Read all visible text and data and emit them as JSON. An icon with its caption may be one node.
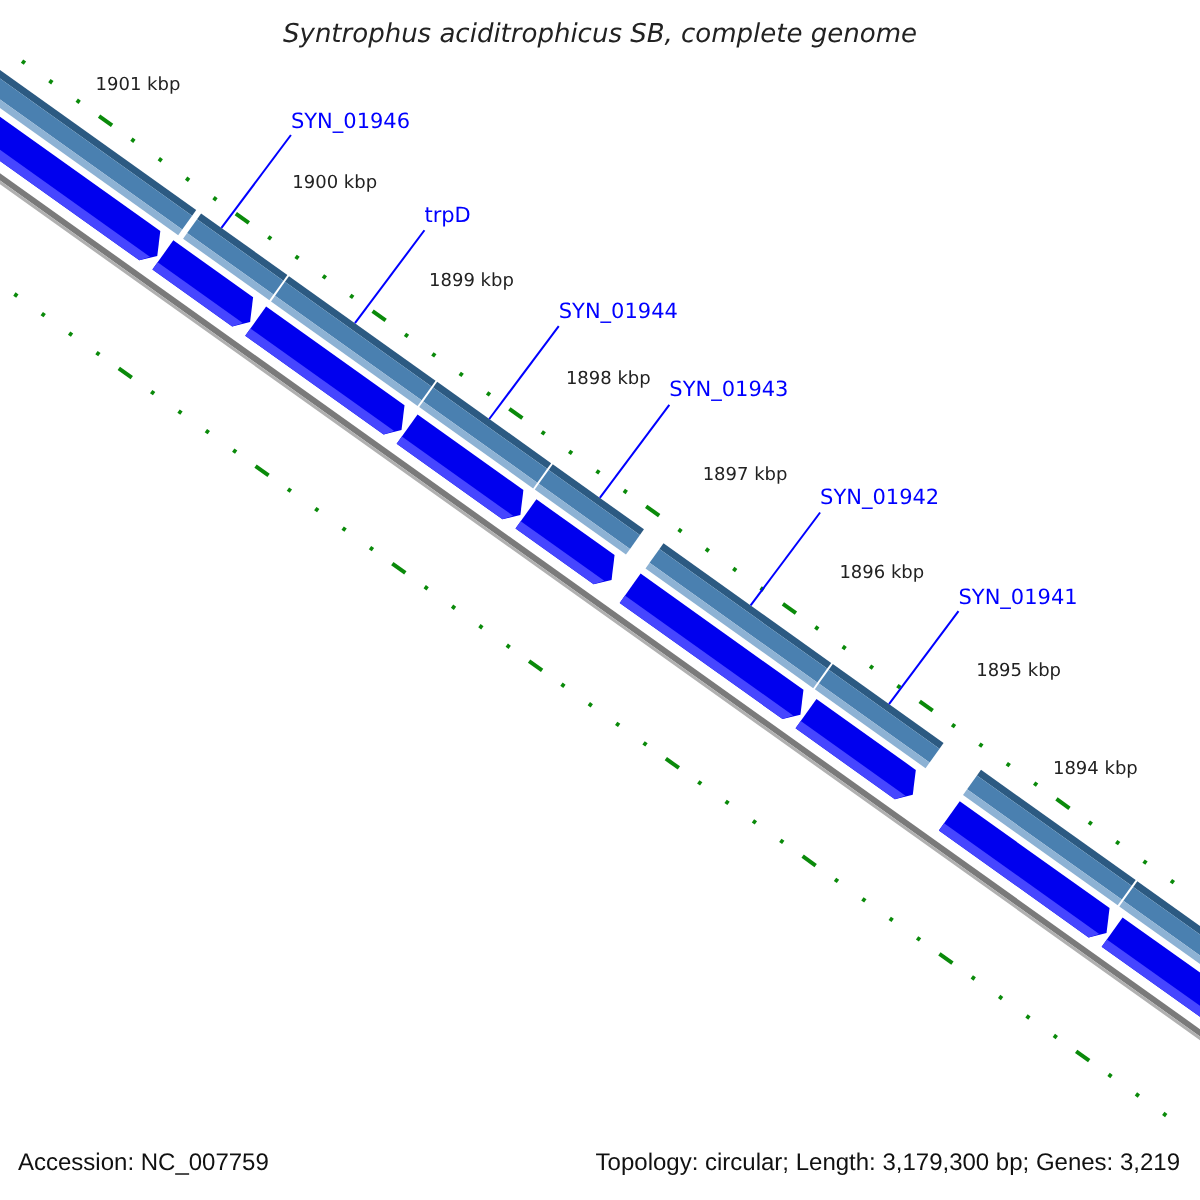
{
  "diagram": {
    "title": "Syntrophus aciditrophicus SB, complete genome",
    "nodes": [
      {
        "text": [
          "SYN_01946"
        ]
      },
      {
        "text": [
          "trpD"
        ]
      },
      {
        "text": [
          "SYN_01944"
        ]
      },
      {
        "text": [
          "SYN_01943"
        ]
      },
      {
        "text": [
          "SYN_01942"
        ]
      },
      {
        "text": [
          "SYN_01941"
        ]
      },
      {
        "text": [],
        "shape": "bar"
      },
      {
        "text": [],
        "shape": "bar"
      },
      {
        "text": [],
        "shape": "bar"
      },
      {
        "text": [],
        "shape": "bar"
      },
      {
        "text": [],
        "shape": "bar"
      },
      {
        "text": [],
        "shape": "bar"
      },
      {
        "text": [],
        "shape": "bar"
      },
      {
        "text": [],
        "shape": "bar"
      },
      {
        "text": [],
        "shape": "bar"
      },
      {
        "text": [],
        "shape": "pentagon"
      },
      {
        "text": [],
        "shape": "pentagon"
      },
      {
        "text": [],
        "shape": "pentagon"
      },
      {
        "text": [],
        "shape": "pentagon"
      },
      {
        "text": [],
        "shape": "pentagon"
      },
      {
        "text": [],
        "shape": "pentagon"
      },
      {
        "text": [],
        "shape": "pentagon"
      },
      {
        "text": [],
        "shape": "pentagon"
      },
      {
        "text": [],
        "shape": "pentagon"
      }
    ],
    "edges": [
      {
        "from": 0,
        "to": 7,
        "arrow": "none"
      },
      {
        "from": 1,
        "to": 8,
        "arrow": "none"
      },
      {
        "from": 2,
        "to": 9,
        "arrow": "none"
      },
      {
        "from": 3,
        "to": 10,
        "arrow": "none"
      },
      {
        "from": 4,
        "to": 11,
        "arrow": "none"
      },
      {
        "from": 5,
        "to": 12,
        "arrow": "none"
      }
    ],
    "labels": [
      "1901 kbp",
      "1900 kbp",
      "1899 kbp",
      "1898 kbp",
      "1897 kbp",
      "1896 kbp",
      "1895 kbp",
      "1894 kbp",
      "Accession: NC_007759",
      "Topology: circular; Length: 3,179,300 bp; Genes: 3,219"
    ]
  }
}
